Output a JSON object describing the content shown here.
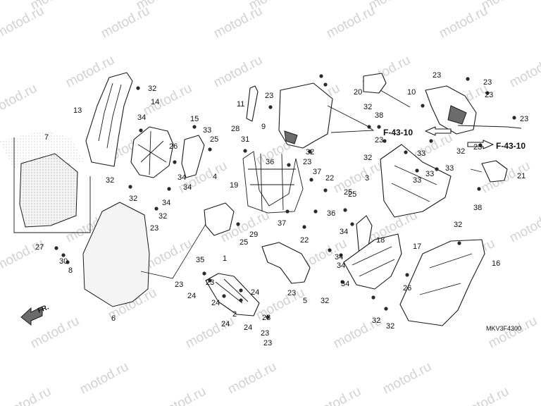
{
  "diagram": {
    "watermark": "motod.ru",
    "drawing_code": "MKV3F4300",
    "direction_label": "FR.",
    "reference_labels": [
      "F-43-10",
      "F-43-10"
    ],
    "callouts": [
      "32",
      "13",
      "7",
      "14",
      "34",
      "15",
      "33",
      "25",
      "26",
      "34",
      "32",
      "34",
      "32",
      "34",
      "32",
      "23",
      "27",
      "30",
      "8",
      "6",
      "11",
      "23",
      "9",
      "23",
      "32",
      "28",
      "31",
      "36",
      "19",
      "37",
      "22",
      "4",
      "25",
      "29",
      "37",
      "22",
      "36",
      "35",
      "1",
      "23",
      "24",
      "23",
      "24",
      "24",
      "24",
      "2",
      "24",
      "23",
      "25",
      "23",
      "3",
      "5",
      "20",
      "23",
      "32",
      "10",
      "23",
      "23",
      "23",
      "38",
      "32",
      "23",
      "23",
      "32",
      "33",
      "33",
      "33",
      "33",
      "21",
      "38",
      "25",
      "34",
      "18",
      "34",
      "17",
      "34",
      "32",
      "16",
      "34",
      "26",
      "32",
      "32",
      "32",
      "23",
      "23"
    ]
  }
}
